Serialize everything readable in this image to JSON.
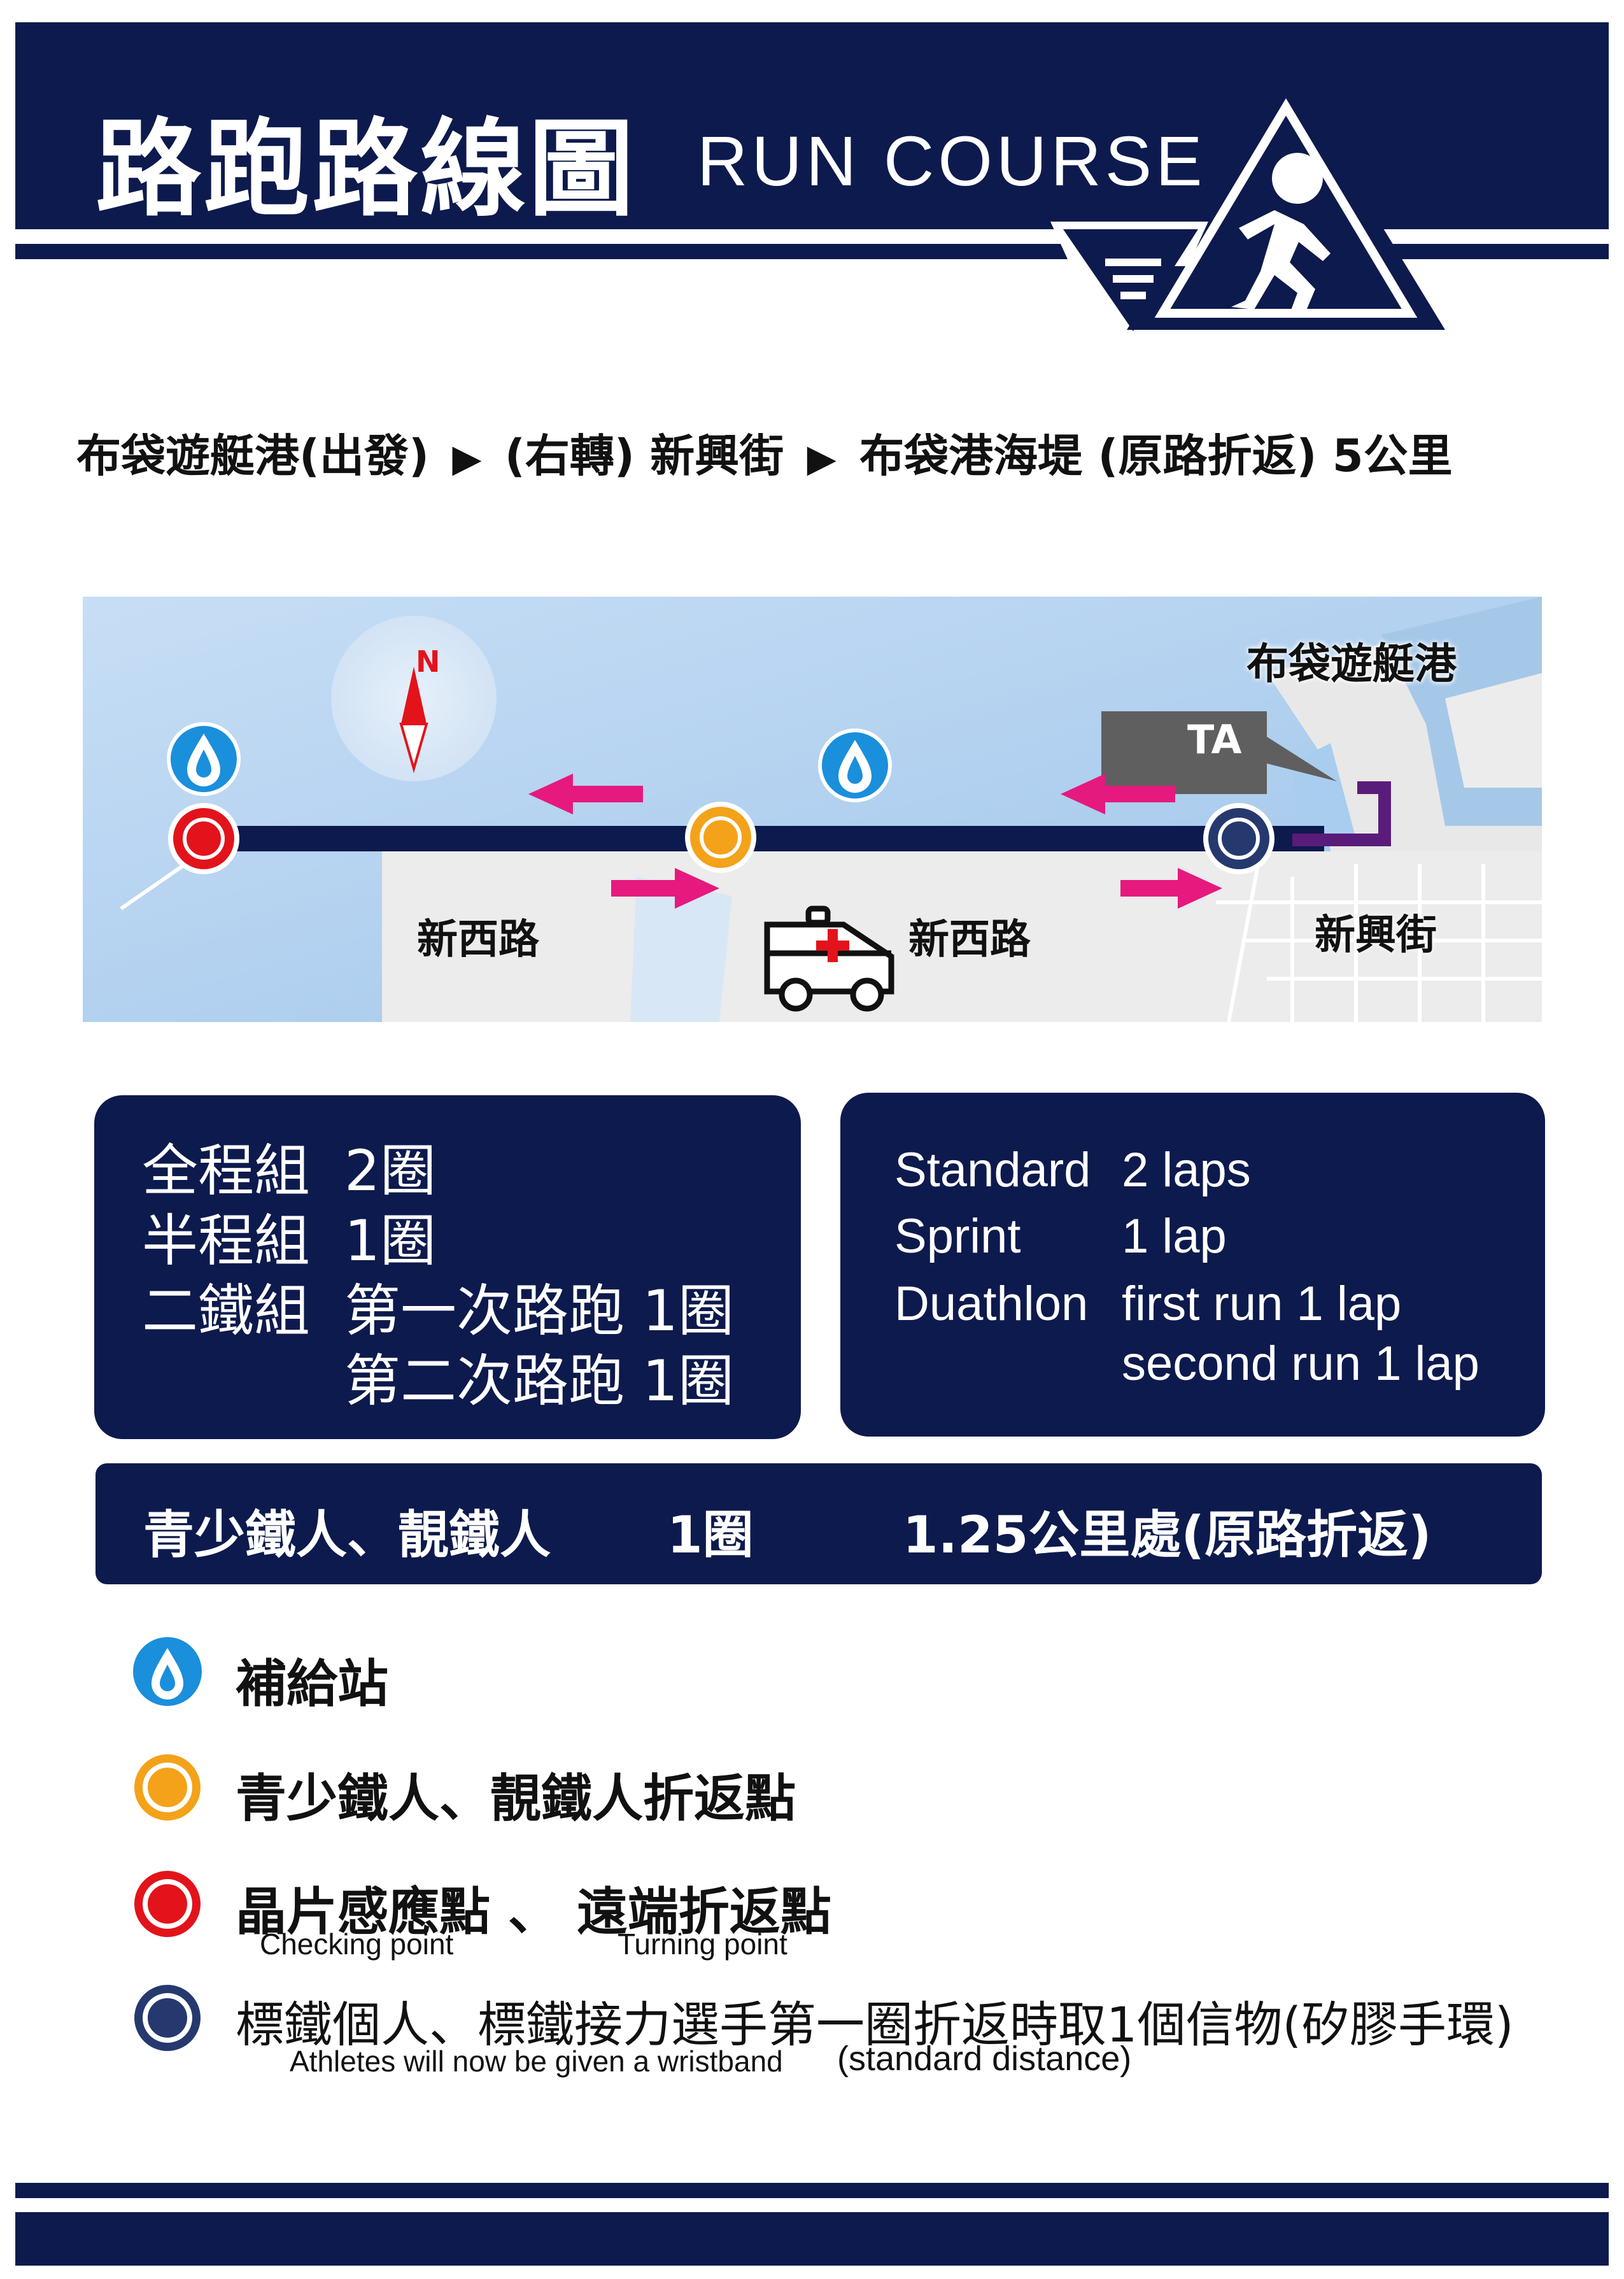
{
  "header": {
    "title_zh": "路跑路線圖",
    "title_en": "RUN COURSE"
  },
  "route": {
    "start": "布袋遊艇港(出發)",
    "turn": "(右轉) 新興街",
    "end": "布袋港海堤 (原路折返) 5公里"
  },
  "map": {
    "compass_label": "N",
    "marina_label": "布袋遊艇港",
    "ta_label": "TA",
    "road_west_left": "新西路",
    "road_west_right": "新西路",
    "road_xinxing": "新興街",
    "colors": {
      "water": "#a9cdef",
      "land": "#ececec",
      "route": "#0d1a4d",
      "arrow": "#e6197e",
      "ta_path": "#5a1c7a",
      "aid": "#1a8fdc",
      "orange": "#f4a21a",
      "red": "#e3131b",
      "navy_point": "#26396e"
    }
  },
  "box_zh": {
    "rows": [
      {
        "label": "全程組",
        "value": "2圈"
      },
      {
        "label": "半程組",
        "value": "1圈"
      },
      {
        "label": "二鐵組",
        "value": "第一次路跑  1圈"
      },
      {
        "label": "",
        "value": "第二次路跑  1圈"
      }
    ]
  },
  "box_en": {
    "rows": [
      {
        "label": "Standard",
        "value": "2 laps"
      },
      {
        "label": "Sprint",
        "value": "1 lap"
      },
      {
        "label": "Duathlon",
        "value": "first run 1 lap"
      },
      {
        "label": "",
        "value": "second run 1 lap"
      }
    ]
  },
  "band": {
    "category": "青少鐵人、靚鐵人",
    "laps": "1圈",
    "turn": "1.25公里處(原路折返)"
  },
  "legend": [
    {
      "icon": "water-drop-icon",
      "text": "補給站"
    },
    {
      "icon": "orange-circle-icon",
      "text": "青少鐵人、靚鐵人折返點"
    },
    {
      "icon": "red-circle-icon",
      "text": "晶片感應點 、 遠端折返點",
      "sub1": "Checking point",
      "sub2": "Turning point"
    },
    {
      "icon": "navy-circle-icon",
      "text": "標鐵個人、標鐵接力選手第一圈折返時取1個信物(矽膠手環)",
      "sub1": "Athletes will now be given a wristband",
      "sub2": "(standard distance)"
    }
  ]
}
